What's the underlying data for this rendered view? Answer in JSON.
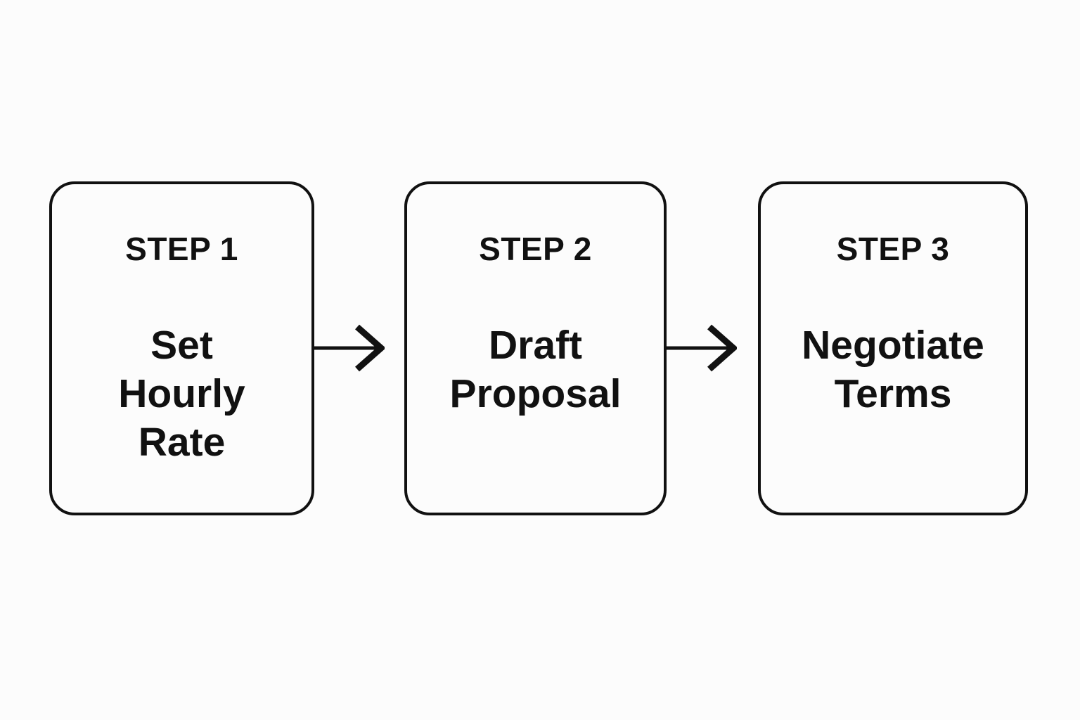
{
  "diagram": {
    "type": "flowchart",
    "direction": "left-to-right",
    "background_color": "#fcfcfc",
    "line_color": "#111111",
    "text_color": "#111111",
    "steps": [
      {
        "label": "STEP 1",
        "title": "Set\nHourly\nRate"
      },
      {
        "label": "STEP 2",
        "title": "Draft\nProposal"
      },
      {
        "label": "STEP 3",
        "title": "Negotiate\nTerms"
      }
    ],
    "connectors": [
      {
        "from": "STEP 1",
        "to": "STEP 2",
        "style": "arrow-right"
      },
      {
        "from": "STEP 2",
        "to": "STEP 3",
        "style": "arrow-right"
      }
    ]
  }
}
